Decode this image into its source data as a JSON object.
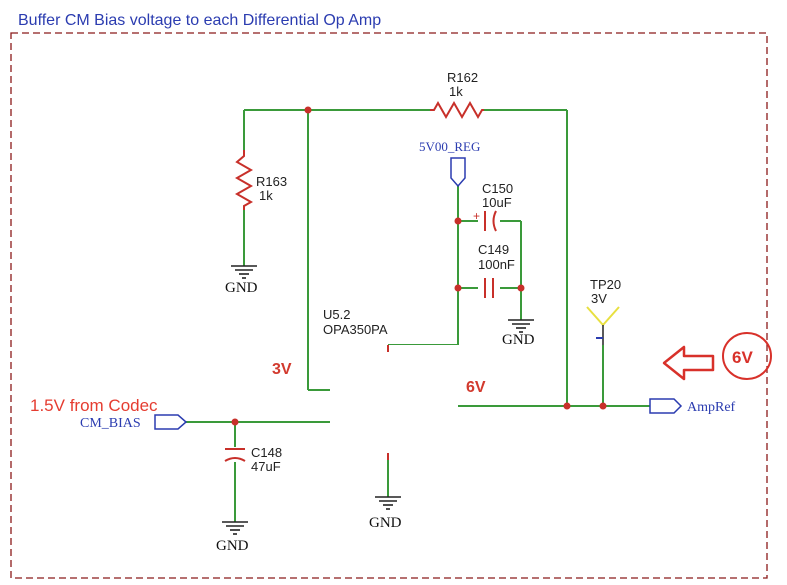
{
  "sheet_title": "Buffer CM Bias voltage to each Differential Op Amp",
  "components": {
    "r162": {
      "ref": "R162",
      "value": "1k"
    },
    "r163": {
      "ref": "R163",
      "value": "1k"
    },
    "c150": {
      "ref": "C150",
      "value": "10uF",
      "polarity": "+"
    },
    "c149": {
      "ref": "C149",
      "value": "100nF"
    },
    "c148": {
      "ref": "C148",
      "value": "47uF"
    },
    "u5": {
      "ref": "U5.2",
      "value": "OPA350PA"
    },
    "tp20": {
      "ref": "TP20",
      "value": "3V"
    }
  },
  "net_labels": {
    "supply": "5V00_REG",
    "cm_bias": "CM_BIAS",
    "ampref": "AmpRef",
    "gnd": "GND"
  },
  "annotations": {
    "left_voltage": "3V",
    "right_voltage": "6V",
    "codec_note": "1.5V from Codec",
    "callout_voltage": "6V"
  },
  "colors": {
    "wire": "#3a9a3a",
    "component": "#c8302a",
    "net_label": "#2b3cb0",
    "annotation": "#e53c30",
    "border": "#8b1a1a",
    "title": "#2b3cb0",
    "testpoint": "#e8e040"
  }
}
